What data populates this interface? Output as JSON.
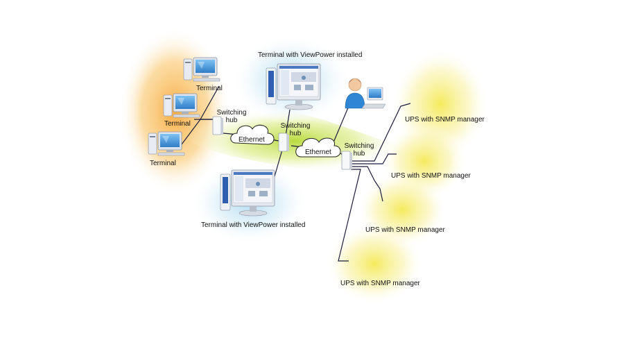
{
  "labels": {
    "terminal_1": "Terminal",
    "terminal_2": "Terminal",
    "terminal_3": "Terminal",
    "viewpower_top": "Terminal with ViewPower installed",
    "viewpower_bottom": "Terminal with ViewPower installed",
    "switching_hub_left": "Switching\nhub",
    "switching_hub_middle": "Switching\nhub",
    "switching_hub_right": "Switching\nhub",
    "ethernet_left": "Ethernet",
    "ethernet_right": "Ethernet",
    "ups_1": "UPS with SNMP manager",
    "ups_2": "UPS with SNMP manager",
    "ups_3": "UPS with SNMP manager",
    "ups_4": "UPS with SNMP manager"
  },
  "colors": {
    "glow_orange": "#f7b84a",
    "glow_green": "#c8e04a",
    "glow_yellow": "#f5ec6a",
    "glow_blue": "#bfe3f2",
    "line": "#1a1a3a",
    "cloud": "#ffffff",
    "monitor_blue": "#3d8fd6",
    "pcb_green": "#4e8a3a"
  },
  "icons": [
    "terminal-icon",
    "viewpower-workstation-icon",
    "user-icon",
    "switching-hub-icon",
    "ethernet-cloud-icon",
    "ups-snmp-icon"
  ]
}
